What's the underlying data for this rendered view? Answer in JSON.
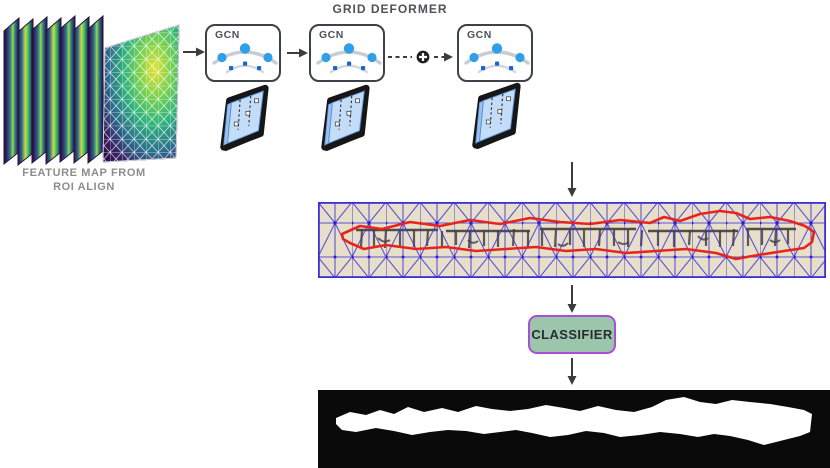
{
  "diagram": {
    "title": "GRID DEFORMER",
    "feature_map_label": {
      "line1": "FEATURE MAP FROM",
      "line2": "ROI ALIGN"
    },
    "gcn_blocks": [
      {
        "label": "GCN"
      },
      {
        "label": "GCN"
      },
      {
        "label": "GCN"
      }
    ],
    "icons": {
      "plus_circle": "+",
      "arrow_right": "→",
      "arrow_down": "↓"
    },
    "classifier_label": "CLASSIFIER",
    "colors": {
      "gcn_node_primary": "#2f9fe8",
      "gcn_node_secondary": "#1b66c9",
      "arc_gray": "#c9cdd3",
      "block_border": "#3d4149",
      "title_text": "#515159",
      "feature_label_text": "#8d8d8d",
      "mesh_blue": "#3a2fd8",
      "contour_red": "#e7251c",
      "paper_beige": "#e7dfca",
      "classifier_fill": "#9cc6ac",
      "classifier_border": "#a84fd8",
      "classifier_text": "#2b2b31",
      "arrow": "#3c3c3c",
      "mask_background": "#0a0a0a",
      "mask_foreground": "#ffffff",
      "thumbnail_fill": "#c3dcf7"
    }
  }
}
